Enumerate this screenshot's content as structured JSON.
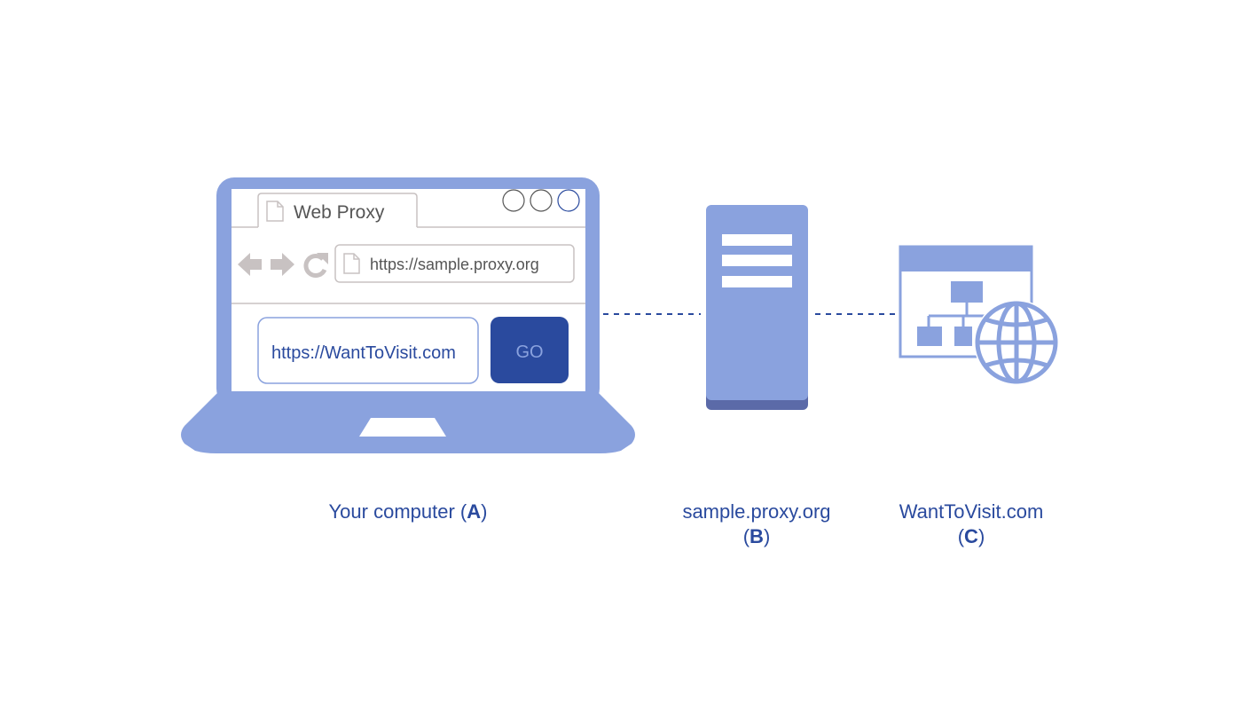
{
  "colors": {
    "device_fill": "#8aa2de",
    "device_dark": "#5b6aa8",
    "accent": "#2a4a9e",
    "chrome_grey": "#c8c2c2",
    "text_dark": "#555555",
    "white": "#ffffff"
  },
  "browser": {
    "tab_title": "Web Proxy",
    "address_url": "https://sample.proxy.org",
    "window_controls": [
      "circle-icon",
      "circle-icon",
      "circle-icon"
    ],
    "nav_icons": [
      "back-arrow-icon",
      "forward-arrow-icon",
      "reload-icon"
    ]
  },
  "proxy_form": {
    "input_value": "https://WantToVisit.com",
    "go_label": "GO"
  },
  "nodes": {
    "computer": {
      "name": "Your computer",
      "open": " (",
      "letter": "A",
      "close": ")"
    },
    "proxy": {
      "name": "sample.proxy.org",
      "open": "(",
      "letter": "B",
      "close": ")"
    },
    "destination": {
      "name": "WantToVisit.com",
      "open": "(",
      "letter": "C",
      "close": ")"
    }
  },
  "icons": {
    "computer": "laptop-icon",
    "proxy": "server-icon",
    "destination": "website-globe-icon"
  }
}
